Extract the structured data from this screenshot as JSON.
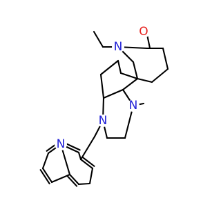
{
  "diagram": {
    "kind": "skeletal-structure",
    "colors": {
      "bond": "#000000",
      "nitrogen": "#1f1fd6",
      "oxygen": "#e6211e",
      "background": "#ffffff"
    },
    "atom_labels": [
      {
        "id": "O_ketone",
        "text": "O",
        "element": "oxygen"
      },
      {
        "id": "N_azepane",
        "text": "N",
        "element": "nitrogen"
      },
      {
        "id": "N_methyl",
        "text": "N",
        "element": "nitrogen"
      },
      {
        "id": "N_benzyl",
        "text": "N",
        "element": "nitrogen"
      },
      {
        "id": "N_quinoline",
        "text": "N",
        "element": "nitrogen"
      }
    ]
  }
}
